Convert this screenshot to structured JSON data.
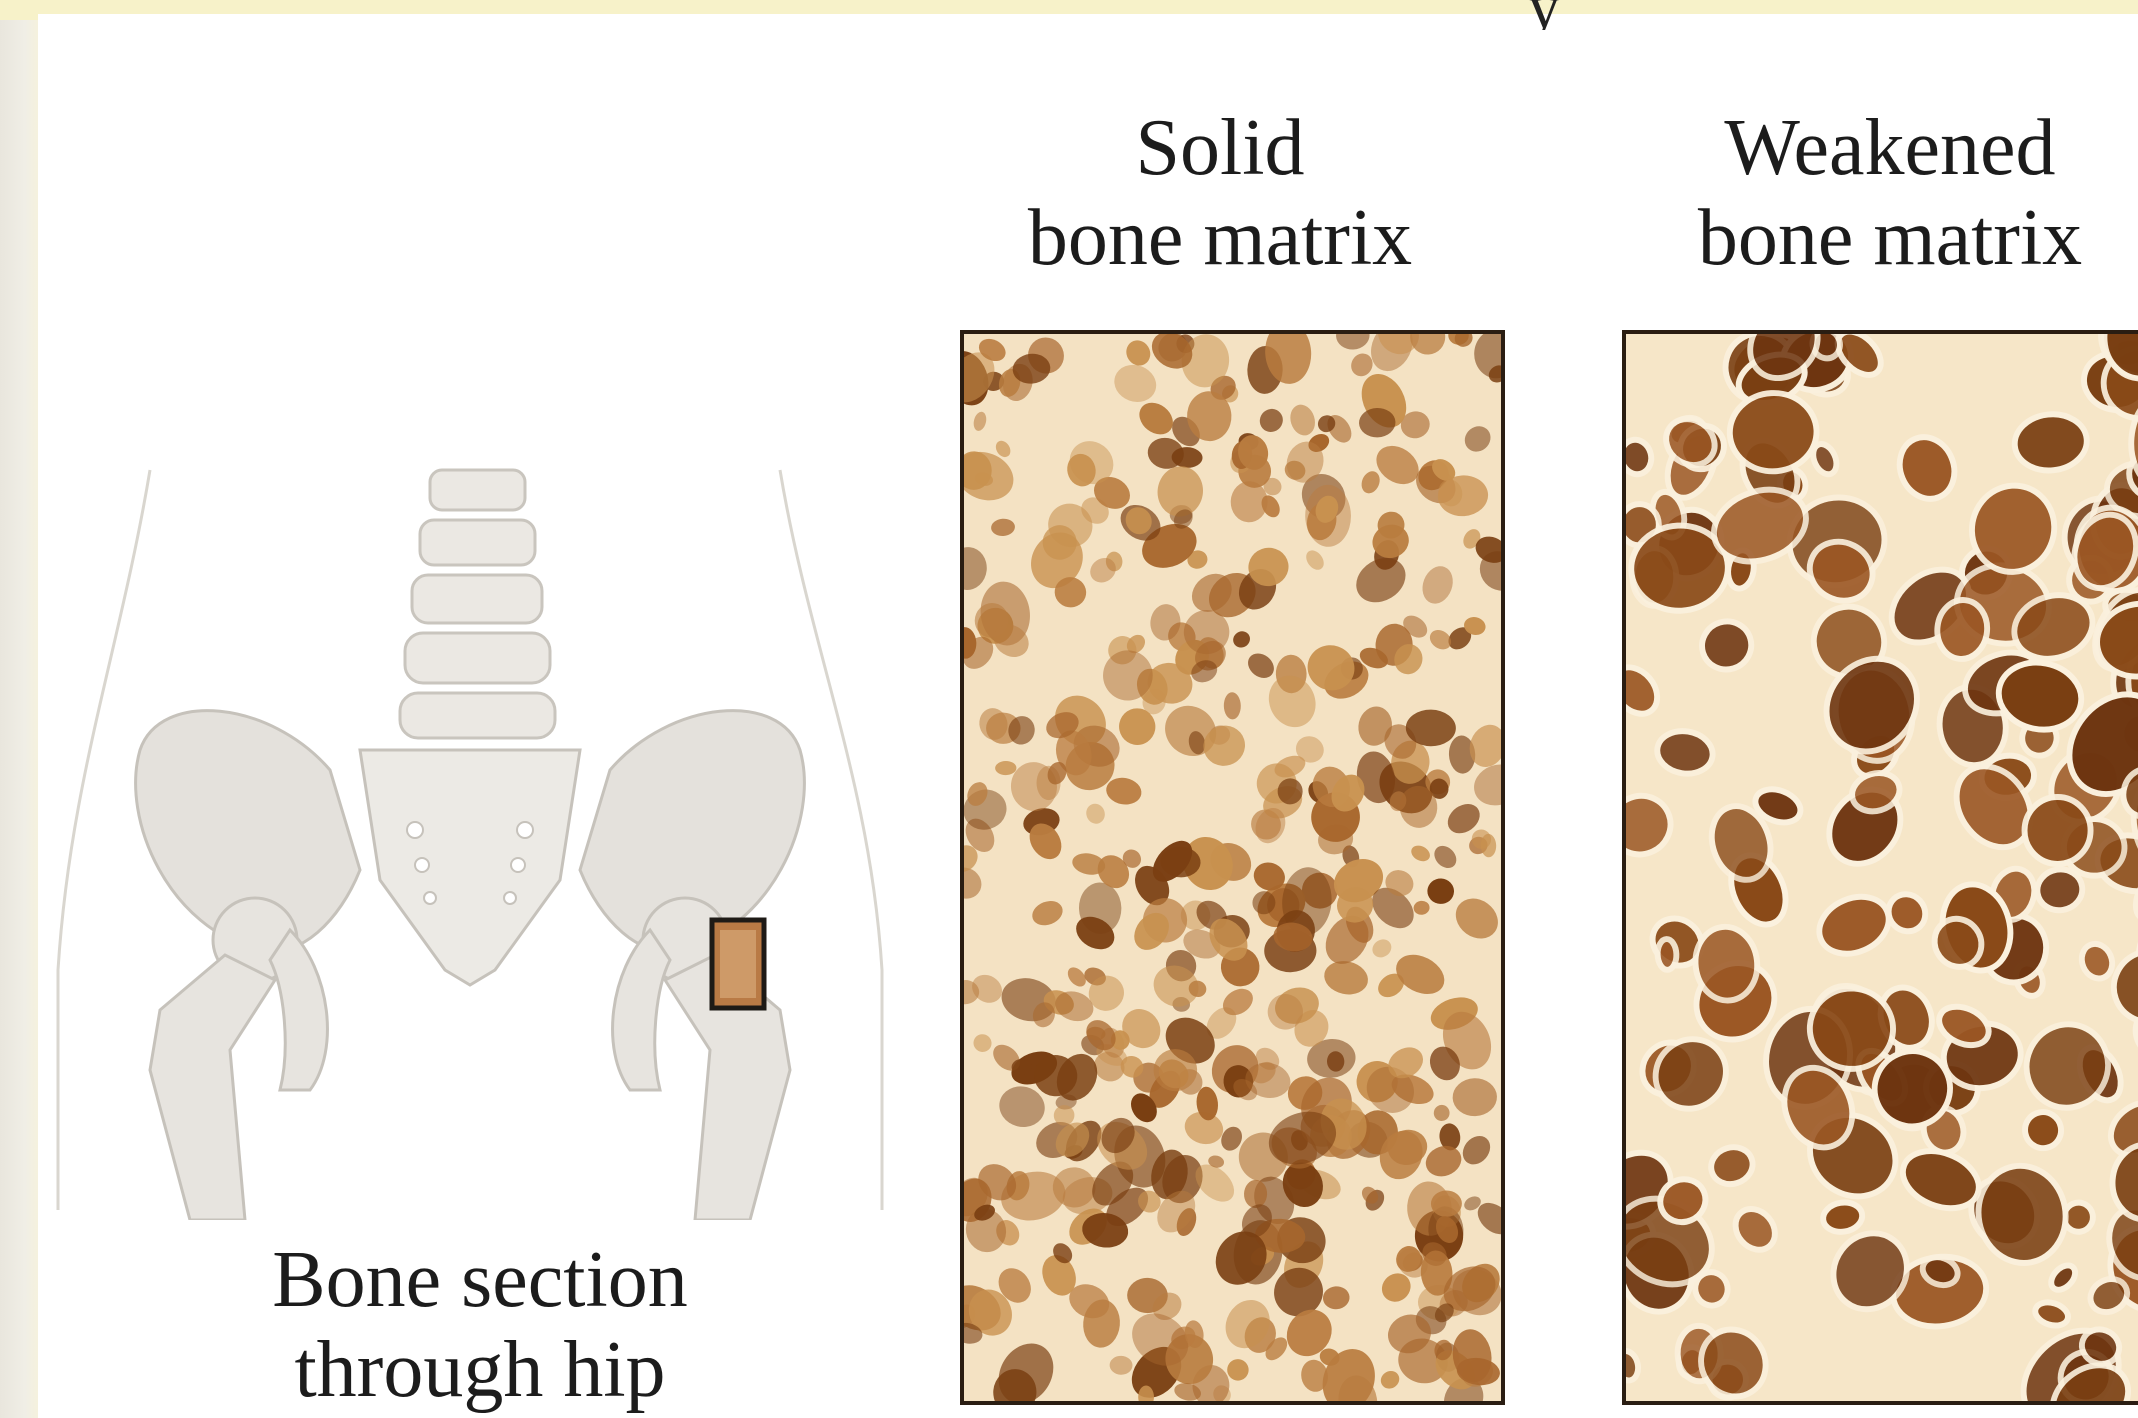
{
  "heading_fragment": "y",
  "labels": {
    "solid": [
      "Solid",
      "bone matrix"
    ],
    "weakened": [
      "Weakened",
      "bone matrix"
    ],
    "hip": [
      "Bone section",
      "through hip"
    ]
  },
  "colors": {
    "background_cream": "#f6f1d6",
    "panel": "#ffffff",
    "bone_light": "#f4e2c3",
    "bone_mid": "#c8914f",
    "bone_dark": "#7a3f12",
    "hip_bone": "#e7e4df",
    "highlight_box": "#1e1a16"
  },
  "icons": {
    "hip": "pelvis-skeleton-icon",
    "solid": "dense-trabecular-texture",
    "weakened": "porous-trabecular-texture"
  }
}
